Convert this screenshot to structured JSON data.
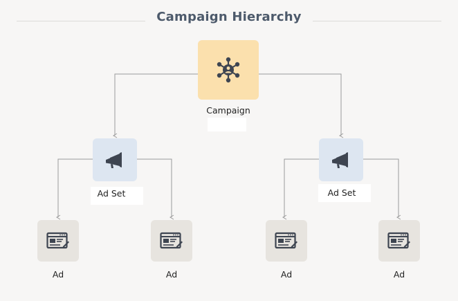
{
  "title": "Campaign Hierarchy",
  "nodes": {
    "campaign": {
      "label": "Campaign",
      "icon": "network-hub-icon"
    },
    "adset_left": {
      "label": "Ad Set",
      "icon": "megaphone-icon"
    },
    "adset_right": {
      "label": "Ad Set",
      "icon": "megaphone-icon"
    },
    "ad_1": {
      "label": "Ad",
      "icon": "ad-browser-icon"
    },
    "ad_2": {
      "label": "Ad",
      "icon": "ad-browser-icon"
    },
    "ad_3": {
      "label": "Ad",
      "icon": "ad-browser-icon"
    },
    "ad_4": {
      "label": "Ad",
      "icon": "ad-browser-icon"
    }
  },
  "colors": {
    "campaign_fill": "#fbe0ad",
    "adset_fill": "#dde6f1",
    "ad_fill": "#e7e4df",
    "icon": "#3e4551",
    "connector": "#9a9a9a",
    "title": "#4d5a6b"
  }
}
